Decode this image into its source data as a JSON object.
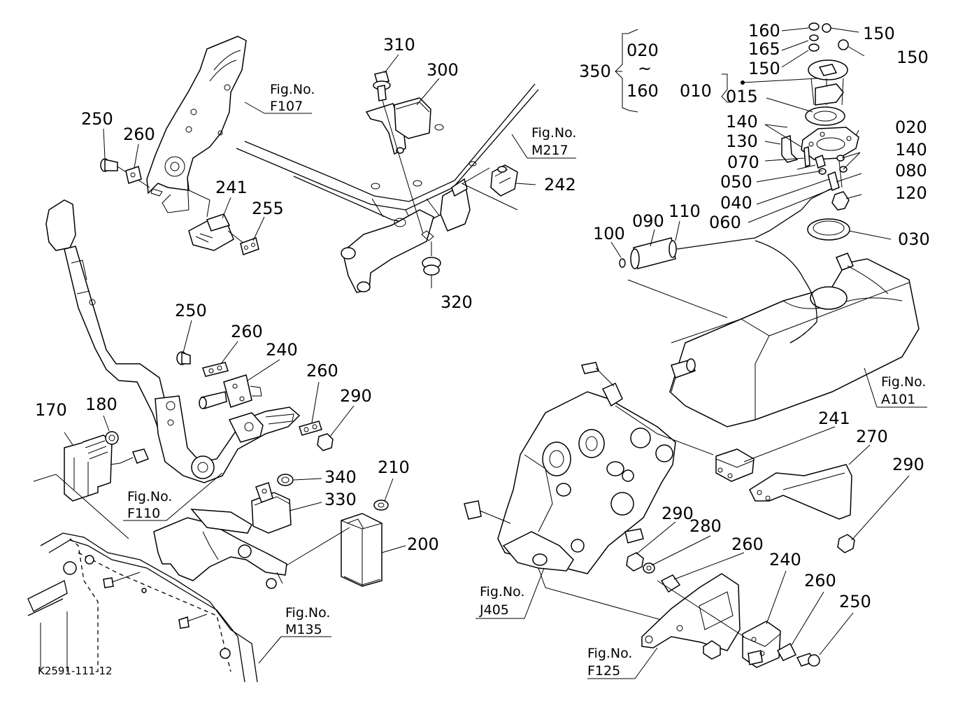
{
  "diagram_code": "K2591-111-12",
  "fig_refs": [
    {
      "prefix": "Fig.No.",
      "code": "F107"
    },
    {
      "prefix": "Fig.No.",
      "code": "M217"
    },
    {
      "prefix": "Fig.No.",
      "code": "A101"
    },
    {
      "prefix": "Fig.No.",
      "code": "F110"
    },
    {
      "prefix": "Fig.No.",
      "code": "M135"
    },
    {
      "prefix": "Fig.No.",
      "code": "J405"
    },
    {
      "prefix": "Fig.No.",
      "code": "F125"
    }
  ],
  "bracket": {
    "group": "350",
    "range_start": "020",
    "range_sep": "~",
    "range_end": "160"
  },
  "callouts": [
    "310",
    "300",
    "250",
    "260",
    "241",
    "255",
    "242",
    "320",
    "160",
    "165",
    "150",
    "150",
    "150",
    "010",
    "015",
    "140",
    "130",
    "020",
    "140",
    "070",
    "080",
    "050",
    "040",
    "120",
    "060",
    "110",
    "090",
    "100",
    "030",
    "250",
    "260",
    "240",
    "260",
    "290",
    "170",
    "180",
    "340",
    "330",
    "210",
    "200",
    "241",
    "270",
    "290",
    "290",
    "280",
    "260",
    "240",
    "260",
    "250"
  ]
}
